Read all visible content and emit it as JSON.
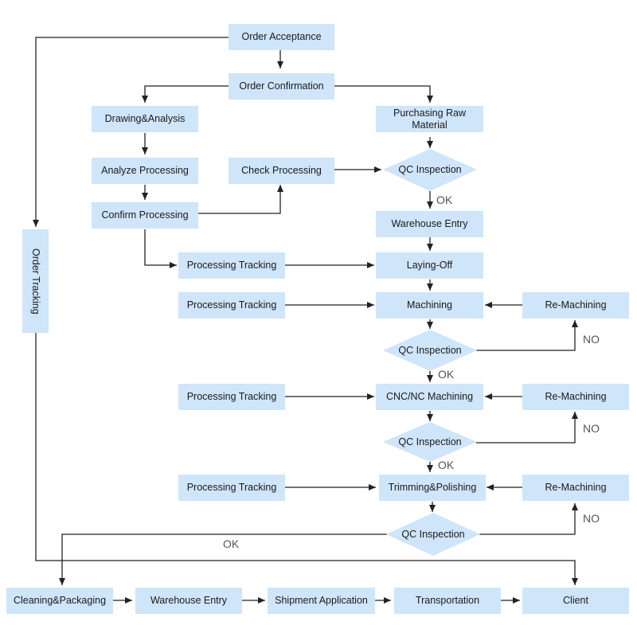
{
  "nodes": {
    "order_acceptance": "Order Acceptance",
    "order_confirmation": "Order Confirmation",
    "drawing_analysis": "Drawing&Analysis",
    "purchasing_raw_material": "Purchasing Raw Material",
    "analyze_processing": "Analyze Processing",
    "check_processing": "Check Processing",
    "confirm_processing": "Confirm Processing",
    "warehouse_entry_1": "Warehouse Entry",
    "order_tracking": "Order Tracking",
    "processing_tracking_1": "Processing Tracking",
    "laying_off": "Laying-Off",
    "processing_tracking_2": "Processing Tracking",
    "machining": "Machining",
    "re_machining_1": "Re-Machining",
    "processing_tracking_3": "Processing Tracking",
    "cnc_machining": "CNC/NC Machining",
    "re_machining_2": "Re-Machining",
    "processing_tracking_4": "Processing Tracking",
    "trimming_polishing": "Trimming&Polishing",
    "re_machining_3": "Re-Machining",
    "cleaning_packaging": "Cleaning&Packaging",
    "warehouse_entry_2": "Warehouse Entry",
    "shipment_application": "Shipment Application",
    "transportation": "Transportation",
    "client": "Client"
  },
  "decisions": {
    "qc_1": "QC Inspection",
    "qc_2": "QC Inspection",
    "qc_3": "QC Inspection",
    "qc_4": "QC Inspection"
  },
  "edge_labels": {
    "ok_1": "OK",
    "ok_2": "OK",
    "ok_3": "OK",
    "ok_4": "OK",
    "no_1": "NO",
    "no_2": "NO",
    "no_3": "NO"
  },
  "colors": {
    "node_fill": "#cfe5fa",
    "line": "#222222",
    "label": "#555555"
  }
}
